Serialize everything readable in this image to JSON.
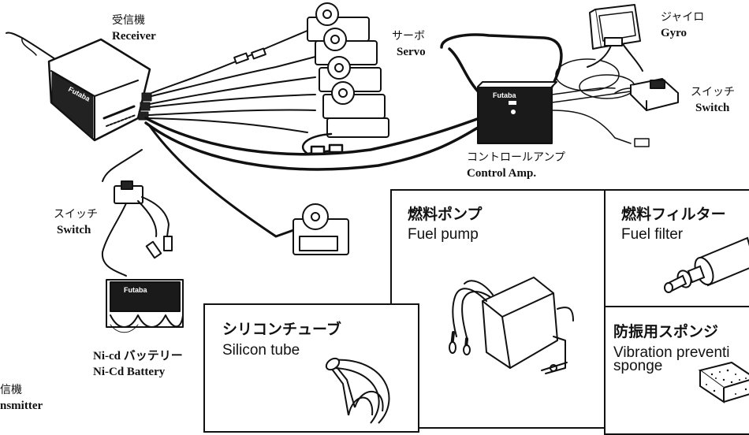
{
  "labels": {
    "receiver": {
      "jp": "受信機",
      "en": "Receiver"
    },
    "servo": {
      "jp": "サーボ",
      "en": "Servo"
    },
    "gyro": {
      "jp": "ジャイロ",
      "en": "Gyro"
    },
    "switch_right": {
      "jp": "スイッチ",
      "en": "Switch"
    },
    "switch_left": {
      "jp": "スイッチ",
      "en": "Switch"
    },
    "control_amp": {
      "jp": "コントロールアンプ",
      "en": "Control Amp."
    },
    "battery": {
      "jp": "Ni-cd バッテリー",
      "en": "Ni-Cd Battery"
    },
    "transmitter": {
      "jp": "信機",
      "en": "nsmitter"
    }
  },
  "boxes": {
    "fuel_pump": {
      "jp": "燃料ポンプ",
      "en": "Fuel pump"
    },
    "fuel_filter": {
      "jp": "燃料フィルター",
      "en": "Fuel filter"
    },
    "silicon_tube": {
      "jp": "シリコンチューブ",
      "en": "Silicon tube"
    },
    "sponge": {
      "jp": "防振用スポンジ",
      "en": "Vibration preventi",
      "en2": "sponge"
    }
  },
  "device_text": {
    "receiver_brand": "Futaba",
    "amp_brand": "Futaba",
    "battery_brand": "Futaba"
  }
}
